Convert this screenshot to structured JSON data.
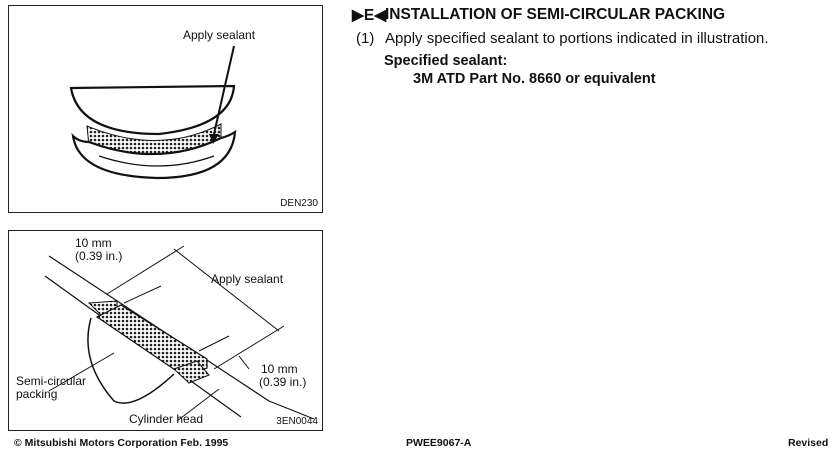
{
  "figure1": {
    "callout": "Apply sealant",
    "code": "DEN230"
  },
  "figure2": {
    "dim_top": "10 mm",
    "dim_top_in": "(0.39 in.)",
    "callout_sealant": "Apply sealant",
    "dim_bottom": "10 mm",
    "dim_bottom_in": "(0.39 in.)",
    "label_packing_1": "Semi-circular",
    "label_packing_2": "packing",
    "label_head": "Cylinder head",
    "code": "3EN0044"
  },
  "section": {
    "marker": "▶E◀",
    "title": "INSTALLATION OF SEMI-CIRCULAR PACKING",
    "step_number": "(1)",
    "step_text": "Apply specified sealant to portions indicated in illustration.",
    "spec_heading": "Specified sealant:",
    "spec_value": "3M ATD Part No. 8660 or equivalent"
  },
  "footer": {
    "copyright": "© Mitsubishi Motors Corporation  Feb. 1995",
    "doc_code": "PWEE9067-A",
    "status": "Revised"
  }
}
